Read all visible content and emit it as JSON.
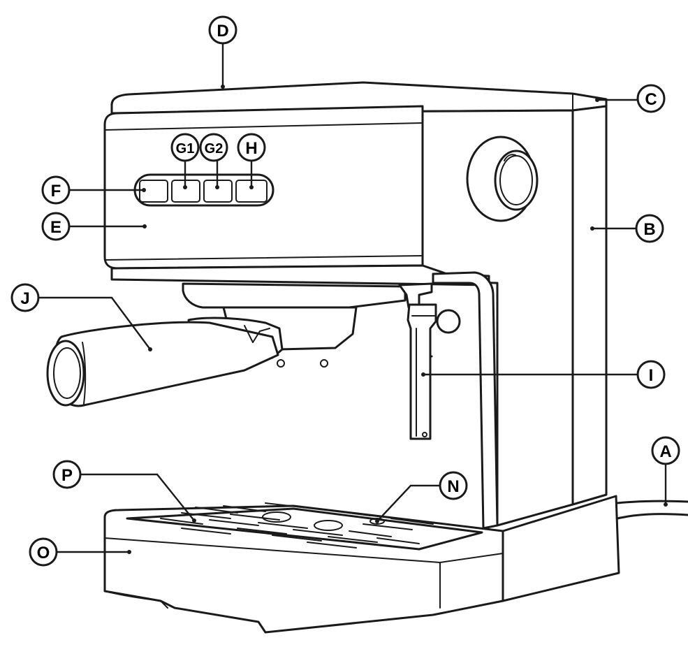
{
  "diagram": {
    "subject": "espresso-machine",
    "colors": {
      "line": "#1a1a1a",
      "background": "#ffffff"
    },
    "callouts": [
      {
        "id": "D",
        "label": "D"
      },
      {
        "id": "C",
        "label": "C"
      },
      {
        "id": "G1",
        "label": "G1"
      },
      {
        "id": "G2",
        "label": "G2"
      },
      {
        "id": "H",
        "label": "H"
      },
      {
        "id": "F",
        "label": "F"
      },
      {
        "id": "E",
        "label": "E"
      },
      {
        "id": "B",
        "label": "B"
      },
      {
        "id": "J",
        "label": "J"
      },
      {
        "id": "I",
        "label": "I"
      },
      {
        "id": "A",
        "label": "A"
      },
      {
        "id": "P",
        "label": "P"
      },
      {
        "id": "N",
        "label": "N"
      },
      {
        "id": "O",
        "label": "O"
      }
    ]
  }
}
